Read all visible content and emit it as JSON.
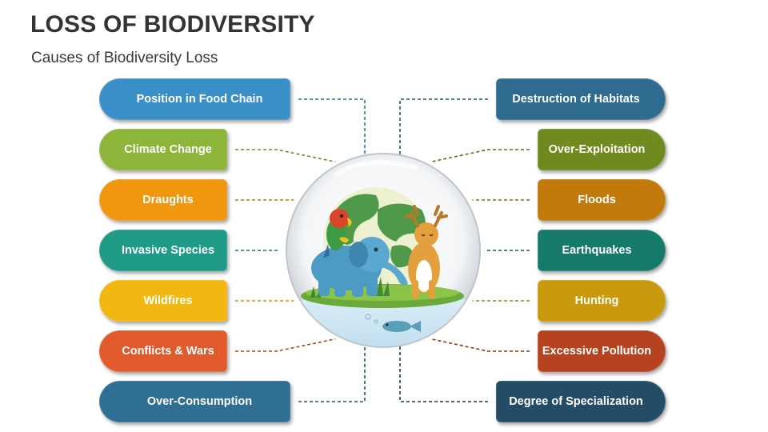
{
  "header": {
    "title": "LOSS OF BIODIVERSITY",
    "subtitle": "Causes of Biodiversity Loss"
  },
  "left_items": [
    {
      "label": "Position in Food Chain",
      "color": "#3a8fc7",
      "line": "#2f6f95"
    },
    {
      "label": "Climate Change",
      "color": "#8db53a",
      "line": "#6d8d26"
    },
    {
      "label": "Draughts",
      "color": "#f0960f",
      "line": "#c47a0d"
    },
    {
      "label": "Invasive Species",
      "color": "#1f9a86",
      "line": "#177a6b"
    },
    {
      "label": "Wildfires",
      "color": "#f2b710",
      "line": "#c7960c"
    },
    {
      "label": "Conflicts & Wars",
      "color": "#e05a2b",
      "line": "#b44520"
    },
    {
      "label": "Over-Consumption",
      "color": "#2f6f93",
      "line": "#245773"
    }
  ],
  "right_items": [
    {
      "label": "Destruction of Habitats",
      "color": "#2f6a8f",
      "line": "#245773"
    },
    {
      "label": "Over-Exploitation",
      "color": "#6f8a1f",
      "line": "#5a7318"
    },
    {
      "label": "Floods",
      "color": "#c27a0d",
      "line": "#a0650b"
    },
    {
      "label": "Earthquakes",
      "color": "#167a6a",
      "line": "#0f6356"
    },
    {
      "label": "Hunting",
      "color": "#c99a0d",
      "line": "#a37d0a"
    },
    {
      "label": "Excessive Pollution",
      "color": "#b7421f",
      "line": "#963518"
    },
    {
      "label": "Degree of Specialization",
      "color": "#234d66",
      "line": "#1b3d51"
    }
  ],
  "illustration": {
    "icons": [
      "globe-icon",
      "parrot-icon",
      "elephant-icon",
      "deer-icon",
      "fish-icon"
    ]
  }
}
